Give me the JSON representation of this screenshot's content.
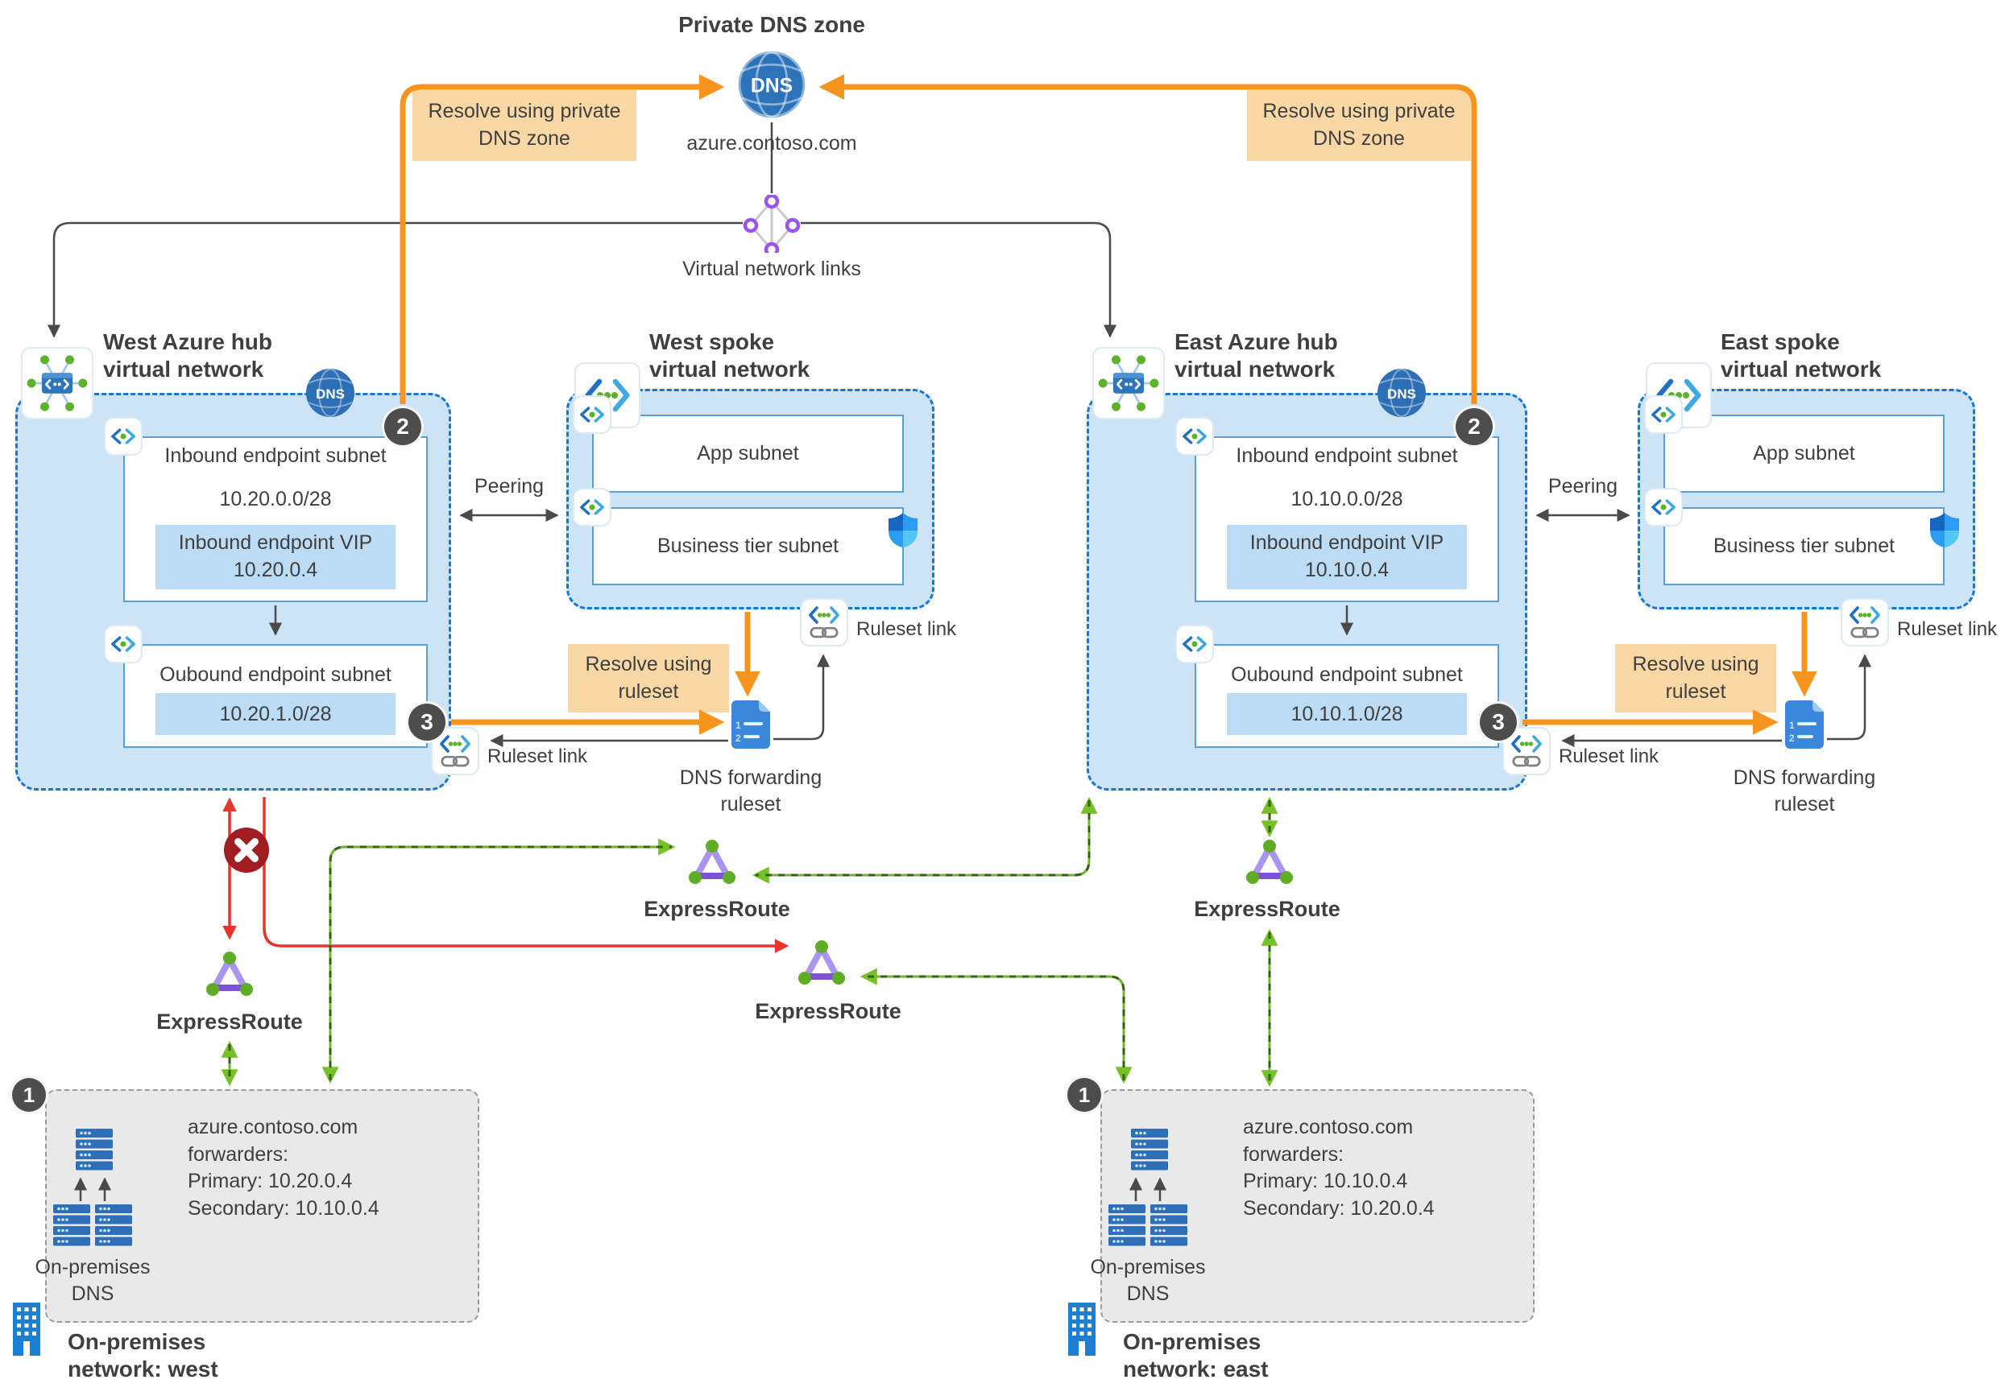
{
  "colors": {
    "orange": "#F7941D",
    "orange_label_bg": "#FAD8A6",
    "vnet_fill": "#CDE3F6",
    "vnet_border": "#1976D2",
    "subnet_border": "#56A0DC",
    "inner_box_fill": "#BCDCF5",
    "red": "#E8352B",
    "error_circle": "#A01D22",
    "green": "#6FB62C",
    "step_badge": "#4D4D4D",
    "text": "#3F3F3F",
    "onprem_fill": "#E9E9E9"
  },
  "private_dns_zone": {
    "title": "Private DNS zone",
    "icon_label": "DNS",
    "zone_name": "azure.contoso.com",
    "links_label": "Virtual network links"
  },
  "labels": {
    "resolve_private": "Resolve using private DNS zone",
    "resolve_ruleset": "Resolve using ruleset",
    "peering": "Peering",
    "ruleset_link": "Ruleset link",
    "forwarding_ruleset_line1": "DNS forwarding",
    "forwarding_ruleset_line2": "ruleset",
    "expressroute": "ExpressRoute",
    "dns_badge": "DNS"
  },
  "steps": {
    "one": "1",
    "two": "2",
    "three": "3"
  },
  "hub_west": {
    "title_line1": "West Azure hub",
    "title_line2": "virtual network",
    "inbound_label": "Inbound endpoint subnet",
    "inbound_cidr": "10.20.0.0/28",
    "vip_label": "Inbound endpoint VIP",
    "vip_ip": "10.20.0.4",
    "outbound_label": "Oubound endpoint subnet",
    "outbound_cidr": "10.20.1.0/28"
  },
  "hub_east": {
    "title_line1": "East Azure hub",
    "title_line2": "virtual network",
    "inbound_label": "Inbound endpoint subnet",
    "inbound_cidr": "10.10.0.0/28",
    "vip_label": "Inbound endpoint VIP",
    "vip_ip": "10.10.0.4",
    "outbound_label": "Oubound endpoint subnet",
    "outbound_cidr": "10.10.1.0/28"
  },
  "spoke_west": {
    "title_line1": "West spoke",
    "title_line2": "virtual network",
    "app_subnet": "App subnet",
    "business_subnet": "Business tier subnet"
  },
  "spoke_east": {
    "title_line1": "East spoke",
    "title_line2": "virtual network",
    "app_subnet": "App subnet",
    "business_subnet": "Business tier subnet"
  },
  "onprem_west": {
    "dns_line1": "On-premises",
    "dns_line2": "DNS",
    "fwd_line1": "azure.contoso.com",
    "fwd_line2": "forwarders:",
    "fwd_line3": "Primary: 10.20.0.4",
    "fwd_line4": "Secondary: 10.10.0.4",
    "net_line1": "On-premises",
    "net_line2": "network: west"
  },
  "onprem_east": {
    "dns_line1": "On-premises",
    "dns_line2": "DNS",
    "fwd_line1": "azure.contoso.com",
    "fwd_line2": "forwarders:",
    "fwd_line3": "Primary: 10.10.0.4",
    "fwd_line4": "Secondary: 10.20.0.4",
    "net_line1": "On-premises",
    "net_line2": "network: east"
  }
}
